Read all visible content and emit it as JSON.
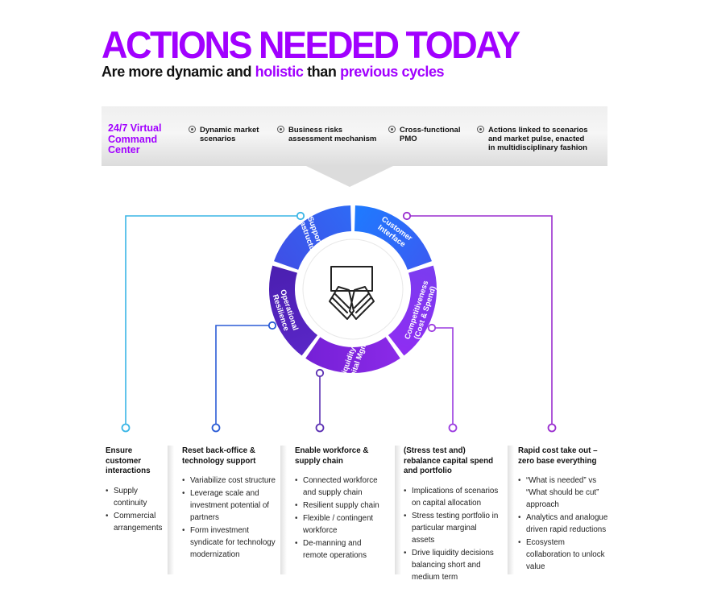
{
  "header": {
    "title": "ACTIONS NEEDED TODAY",
    "subtitle_a": "Are more dynamic and ",
    "subtitle_b": "holistic",
    "subtitle_c": " than ",
    "subtitle_d": "previous cycles"
  },
  "banner": {
    "title": "24/7 Virtual Command Center",
    "features": [
      "Dynamic market scenarios",
      "Business risks assessment mechanism",
      "Cross-functional PMO",
      "Actions linked to scenarios and market pulse, enacted in multidisciplinary fashion"
    ]
  },
  "wheel": {
    "segments": [
      {
        "label1": "Customer",
        "label2": "Interface",
        "color_from": "#1e7bff",
        "color_to": "#3a5cf2"
      },
      {
        "label1": "Competitiveness",
        "label2": "(Cost & Spend)",
        "color_from": "#7a3cf0",
        "color_to": "#8f2df2"
      },
      {
        "label1": "Liquidity &",
        "label2": "Capital Mgmt.",
        "color_from": "#8b2ae8",
        "color_to": "#7520d6"
      },
      {
        "label1": "Operational",
        "label2": "Resilience",
        "color_from": "#5a26c7",
        "color_to": "#4a1fb0"
      },
      {
        "label1": "Support",
        "label2": "Infrastructure",
        "color_from": "#3f4fe6",
        "color_to": "#2f6af5"
      }
    ],
    "connector_colors": [
      "#3ab6e6",
      "#2b5cd6",
      "#5b2fb3",
      "#9b3be0",
      "#9a2ecf"
    ]
  },
  "columns": [
    {
      "head": "Ensure customer interactions",
      "items": [
        "Supply continuity",
        "Commercial arrangements"
      ]
    },
    {
      "head": "Reset back-office & technology support",
      "items": [
        "Variabilize cost structure",
        "Leverage scale and investment potential of partners",
        "Form investment syndicate for technology modernization"
      ]
    },
    {
      "head": "Enable workforce & supply chain",
      "items": [
        "Connected workforce and supply chain",
        "Resilient supply chain",
        "Flexible / contingent workforce",
        "De-manning and remote operations"
      ]
    },
    {
      "head": "(Stress test and) rebalance capital spend and portfolio",
      "items": [
        "Implications of scenarios on capital allocation",
        "Stress testing portfolio in particular marginal assets",
        "Drive liquidity decisions balancing short and medium term"
      ]
    },
    {
      "head": "Rapid cost take out – zero base everything",
      "items": [
        "“What is needed” vs “What should be cut” approach",
        "Analytics and analogue driven rapid reductions",
        "Ecosystem collaboration to unlock value"
      ]
    }
  ]
}
